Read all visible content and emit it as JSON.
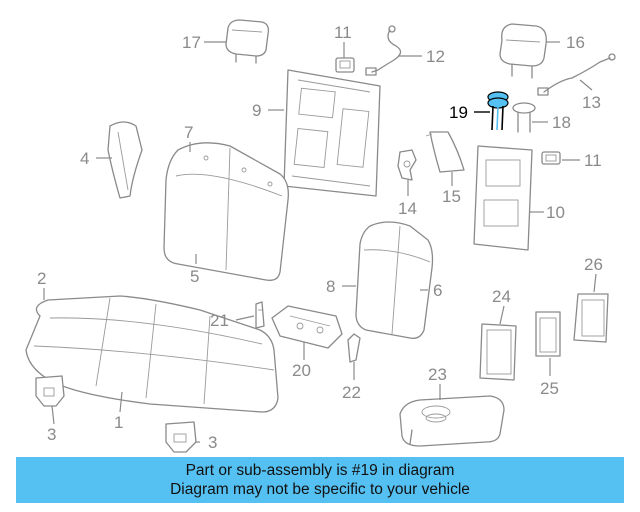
{
  "callouts": {
    "c1": "1",
    "c2": "2",
    "c3a": "3",
    "c3b": "3",
    "c4": "4",
    "c5": "5",
    "c6": "6",
    "c7": "7",
    "c8": "8",
    "c9": "9",
    "c10": "10",
    "c11a": "11",
    "c11b": "11",
    "c12": "12",
    "c13": "13",
    "c14": "14",
    "c15": "15",
    "c16": "16",
    "c17": "17",
    "c18": "18",
    "c19": "19",
    "c20": "20",
    "c21": "21",
    "c22": "22",
    "c23": "23",
    "c24": "24",
    "c25": "25",
    "c26": "26"
  },
  "highlighted_part": "19",
  "highlight_color": "#55c0f2",
  "banner": {
    "line1": "Part or sub-assembly is #19 in diagram",
    "line2": "Diagram may not be specific to your vehicle",
    "color": "#55c0f2"
  }
}
